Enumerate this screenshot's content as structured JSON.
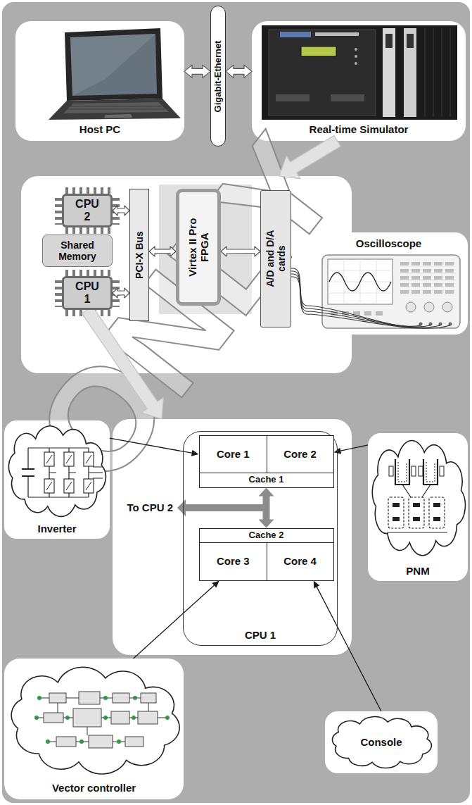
{
  "diagram": {
    "nodes": [
      {
        "text": [
          "Host PC"
        ]
      },
      {
        "text": [
          "Gigabit-Ethernet"
        ]
      },
      {
        "text": [
          "Real-time Simulator"
        ]
      },
      {
        "text": []
      },
      {
        "text": [
          "CPU 2"
        ],
        "in": 3
      },
      {
        "text": [
          "Shared Memory"
        ],
        "in": 3
      },
      {
        "text": [
          "CPU 1"
        ],
        "in": 3
      },
      {
        "text": [
          "PCI-X Bus"
        ],
        "in": 3
      },
      {
        "text": [
          "Virtex II Pro FPGA"
        ],
        "in": 3
      },
      {
        "text": [
          "A/D and D/A cards"
        ],
        "in": 3
      },
      {
        "text": [
          "Oscilloscope"
        ]
      },
      {
        "text": [
          "Inverter"
        ]
      },
      {
        "text": []
      },
      {
        "text": [
          "CPU 1"
        ],
        "in": 12
      },
      {
        "text": [
          "Core 1"
        ],
        "in": 13
      },
      {
        "text": [
          "Core 2"
        ],
        "in": 13
      },
      {
        "text": [
          "Cache 1"
        ],
        "in": 13
      },
      {
        "text": [
          "Cache 2"
        ],
        "in": 13
      },
      {
        "text": [
          "Core 3"
        ],
        "in": 13
      },
      {
        "text": [
          "Core 4"
        ],
        "in": 13
      },
      {
        "text": [
          "PNM"
        ]
      },
      {
        "text": [
          "Vector controller"
        ]
      },
      {
        "text": [
          "Console"
        ]
      }
    ],
    "edges": [
      {
        "from": 0,
        "to": 1,
        "arrow": "both"
      },
      {
        "from": 1,
        "to": 2,
        "arrow": "both"
      },
      {
        "from": 2,
        "to": 3,
        "arrow": "to"
      },
      {
        "from": 4,
        "to": 7,
        "arrow": "both"
      },
      {
        "from": 6,
        "to": 7,
        "arrow": "both"
      },
      {
        "from": 7,
        "to": 8,
        "arrow": "both"
      },
      {
        "from": 8,
        "to": 9,
        "arrow": "both"
      },
      {
        "from": 9,
        "to": 10,
        "arrow": "none"
      },
      {
        "from": 6,
        "to": 12,
        "arrow": "to"
      },
      {
        "from": 11,
        "to": 14,
        "arrow": "to"
      },
      {
        "from": 16,
        "to": 17,
        "arrow": "both"
      },
      {
        "from": 20,
        "to": 15,
        "arrow": "to"
      },
      {
        "from": 21,
        "to": 18,
        "arrow": "to"
      },
      {
        "from": 22,
        "to": 19,
        "arrow": "to"
      }
    ],
    "labels": [
      "To CPU 2",
      "ONLY"
    ]
  }
}
